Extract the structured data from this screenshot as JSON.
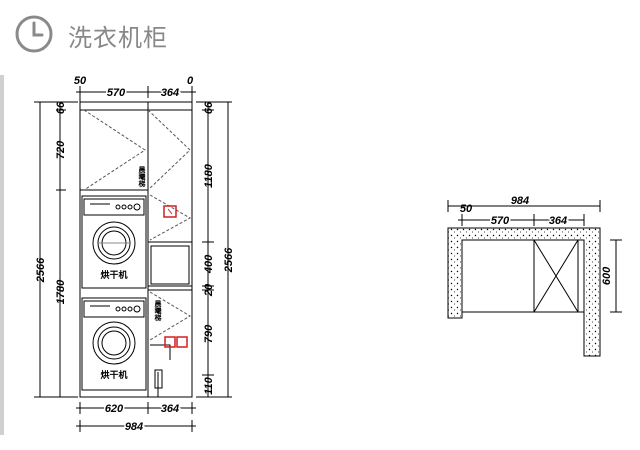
{
  "header": {
    "title": "洗衣机柜",
    "icon": "clock-icon"
  },
  "front_view": {
    "top_dims": [
      "50",
      "570",
      "364",
      "0"
    ],
    "bottom_dims_row1": [
      "620",
      "364"
    ],
    "bottom_total": "984",
    "left_overall": "2566",
    "left_dims": [
      "66",
      "720",
      "1780"
    ],
    "right_overall": "2566",
    "right_dims": [
      "66",
      "1180",
      "400",
      "20",
      "790",
      "110"
    ],
    "dryer_label_upper": "烘干机",
    "dryer_label_lower": "烘干机",
    "vertical_label_upper": "晨曦梯",
    "vertical_label_lower": "晨曦梯"
  },
  "plan_view": {
    "total": "984",
    "dims": [
      "50",
      "570",
      "364"
    ],
    "depth": "600"
  },
  "colors": {
    "line": "#000000",
    "outlet": "#d02020",
    "title": "#888888",
    "dash": "#555555"
  }
}
